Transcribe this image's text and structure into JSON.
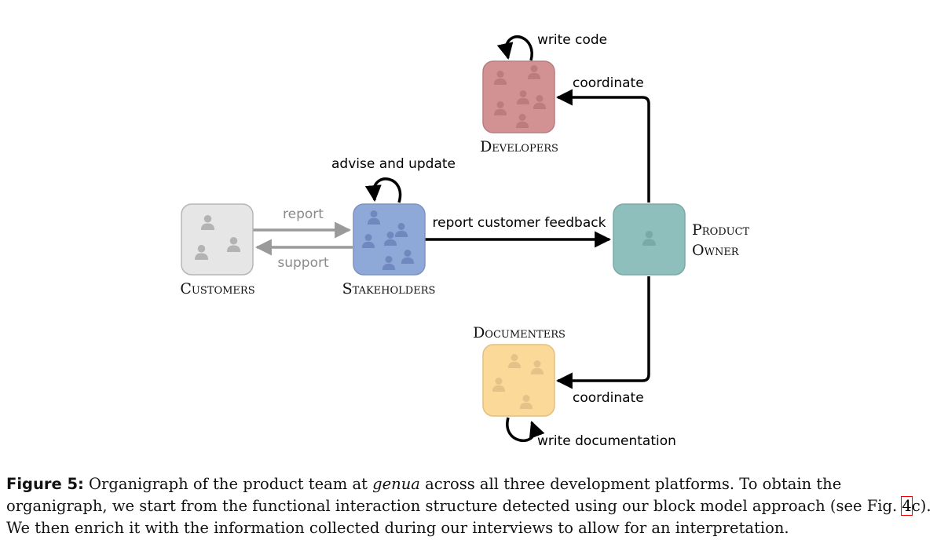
{
  "nodes": {
    "customers": {
      "label": "Customers",
      "fill": "#e6e6e6",
      "stroke": "#b5b5b5",
      "person": "#b3b3b3"
    },
    "stakeholders": {
      "label": "Stakeholders",
      "fill": "#8ea8d8",
      "stroke": "#7a93c2",
      "person": "#7088be"
    },
    "developers": {
      "label": "Developers",
      "fill": "#d29294",
      "stroke": "#ba7c7e",
      "person": "#bc7c7e"
    },
    "product_owner": {
      "label_line1": "Product",
      "label_line2": "Owner",
      "fill": "#8fbfbc",
      "stroke": "#7aa9a6",
      "person": "#78aaa6"
    },
    "documenters": {
      "label": "Documenters",
      "fill": "#fbd999",
      "stroke": "#e1bf82",
      "person": "#e4c28a"
    }
  },
  "edges": {
    "report": "report",
    "support": "support",
    "report_customer_feedback": "report customer feedback",
    "coordinate_developers": "coordinate",
    "coordinate_documenters": "coordinate",
    "write_code": "write code",
    "advise_and_update": "advise and update",
    "write_documentation": "write documentation"
  },
  "caption": {
    "label": "Figure 5:",
    "part1": " Organigraph of the product team at ",
    "emphasis": "genua",
    "part2": " across all three development platforms. To obtain the organigraph, we start from the functional interaction structure detected using our block model approach (see Fig. ",
    "ref": "4",
    "part3": "c). We then enrich it with the information collected during our interviews to allow for an interpretation."
  },
  "colors": {
    "edge_black": "#000000",
    "edge_gray": "#9a9a9a"
  }
}
